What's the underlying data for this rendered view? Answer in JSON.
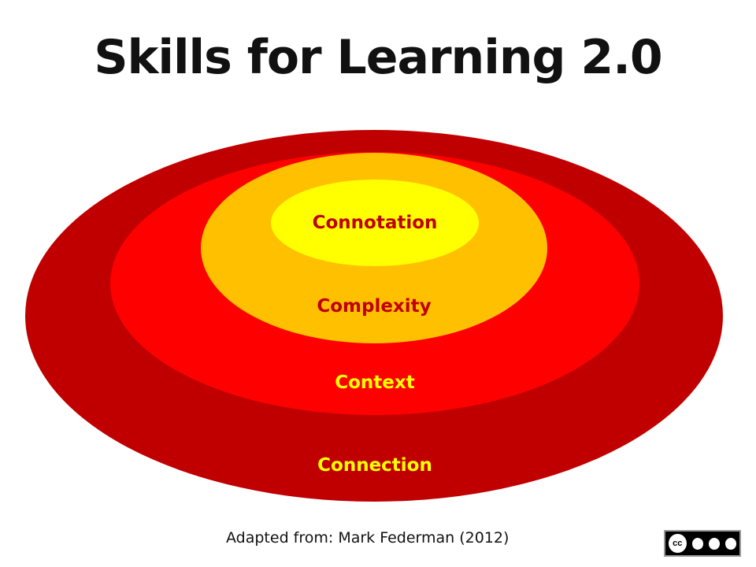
{
  "title": "Skills for Learning 2.0",
  "rings": [
    {
      "label": "Connection",
      "color": "#c00000",
      "text_color": "#ffff00"
    },
    {
      "label": "Context",
      "color": "#ff0000",
      "text_color": "#ffff00"
    },
    {
      "label": "Complexity",
      "color": "#ffc000",
      "text_color": "#c00000"
    },
    {
      "label": "Connotation",
      "color": "#ffff00",
      "text_color": "#c00000"
    }
  ],
  "credit": "Adapted from: Mark Federman (2012)",
  "license_badge": {
    "icon": "creative-commons-by-nc-nd-icon",
    "text": "cc"
  }
}
